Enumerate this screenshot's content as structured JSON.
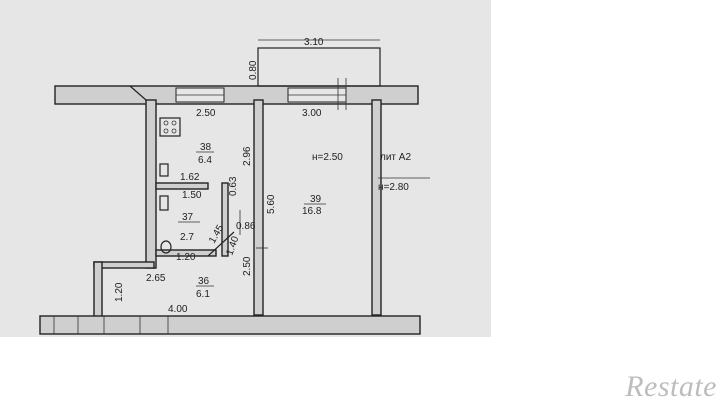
{
  "plan": {
    "top_dim": "3.10",
    "left_dim_top": "0.80",
    "window_left": "2.50",
    "window_right": "3.00",
    "kitchen_number": "38",
    "kitchen_area": "6.4",
    "kitchen_dim_v": "2.96",
    "corridor_width": "1.62",
    "corridor_inner": "1.50",
    "corridor_dim": "0.63",
    "bath_number": "37",
    "bath_area": "2.7",
    "bath_dim": "0.86",
    "bath_bottom": "1.20",
    "diag_1": "1.40",
    "diag_2": "1.45",
    "room_height": "н=2.50",
    "room_number": "39",
    "room_area": "16.8",
    "room_dim_v": "5.60",
    "room_dim_v2": "2.50",
    "lit_label": "лит А2",
    "outer_height": "н=2.80",
    "hall_left": "1.20",
    "hall_width": "2.65",
    "hall_number": "36",
    "hall_area": "6.1",
    "bottom_dim": "4.00"
  },
  "brand": {
    "text": "Restate",
    "color": "#bdbdbd"
  },
  "colors": {
    "paper": "#e6e6e6",
    "ink": "#222222"
  }
}
